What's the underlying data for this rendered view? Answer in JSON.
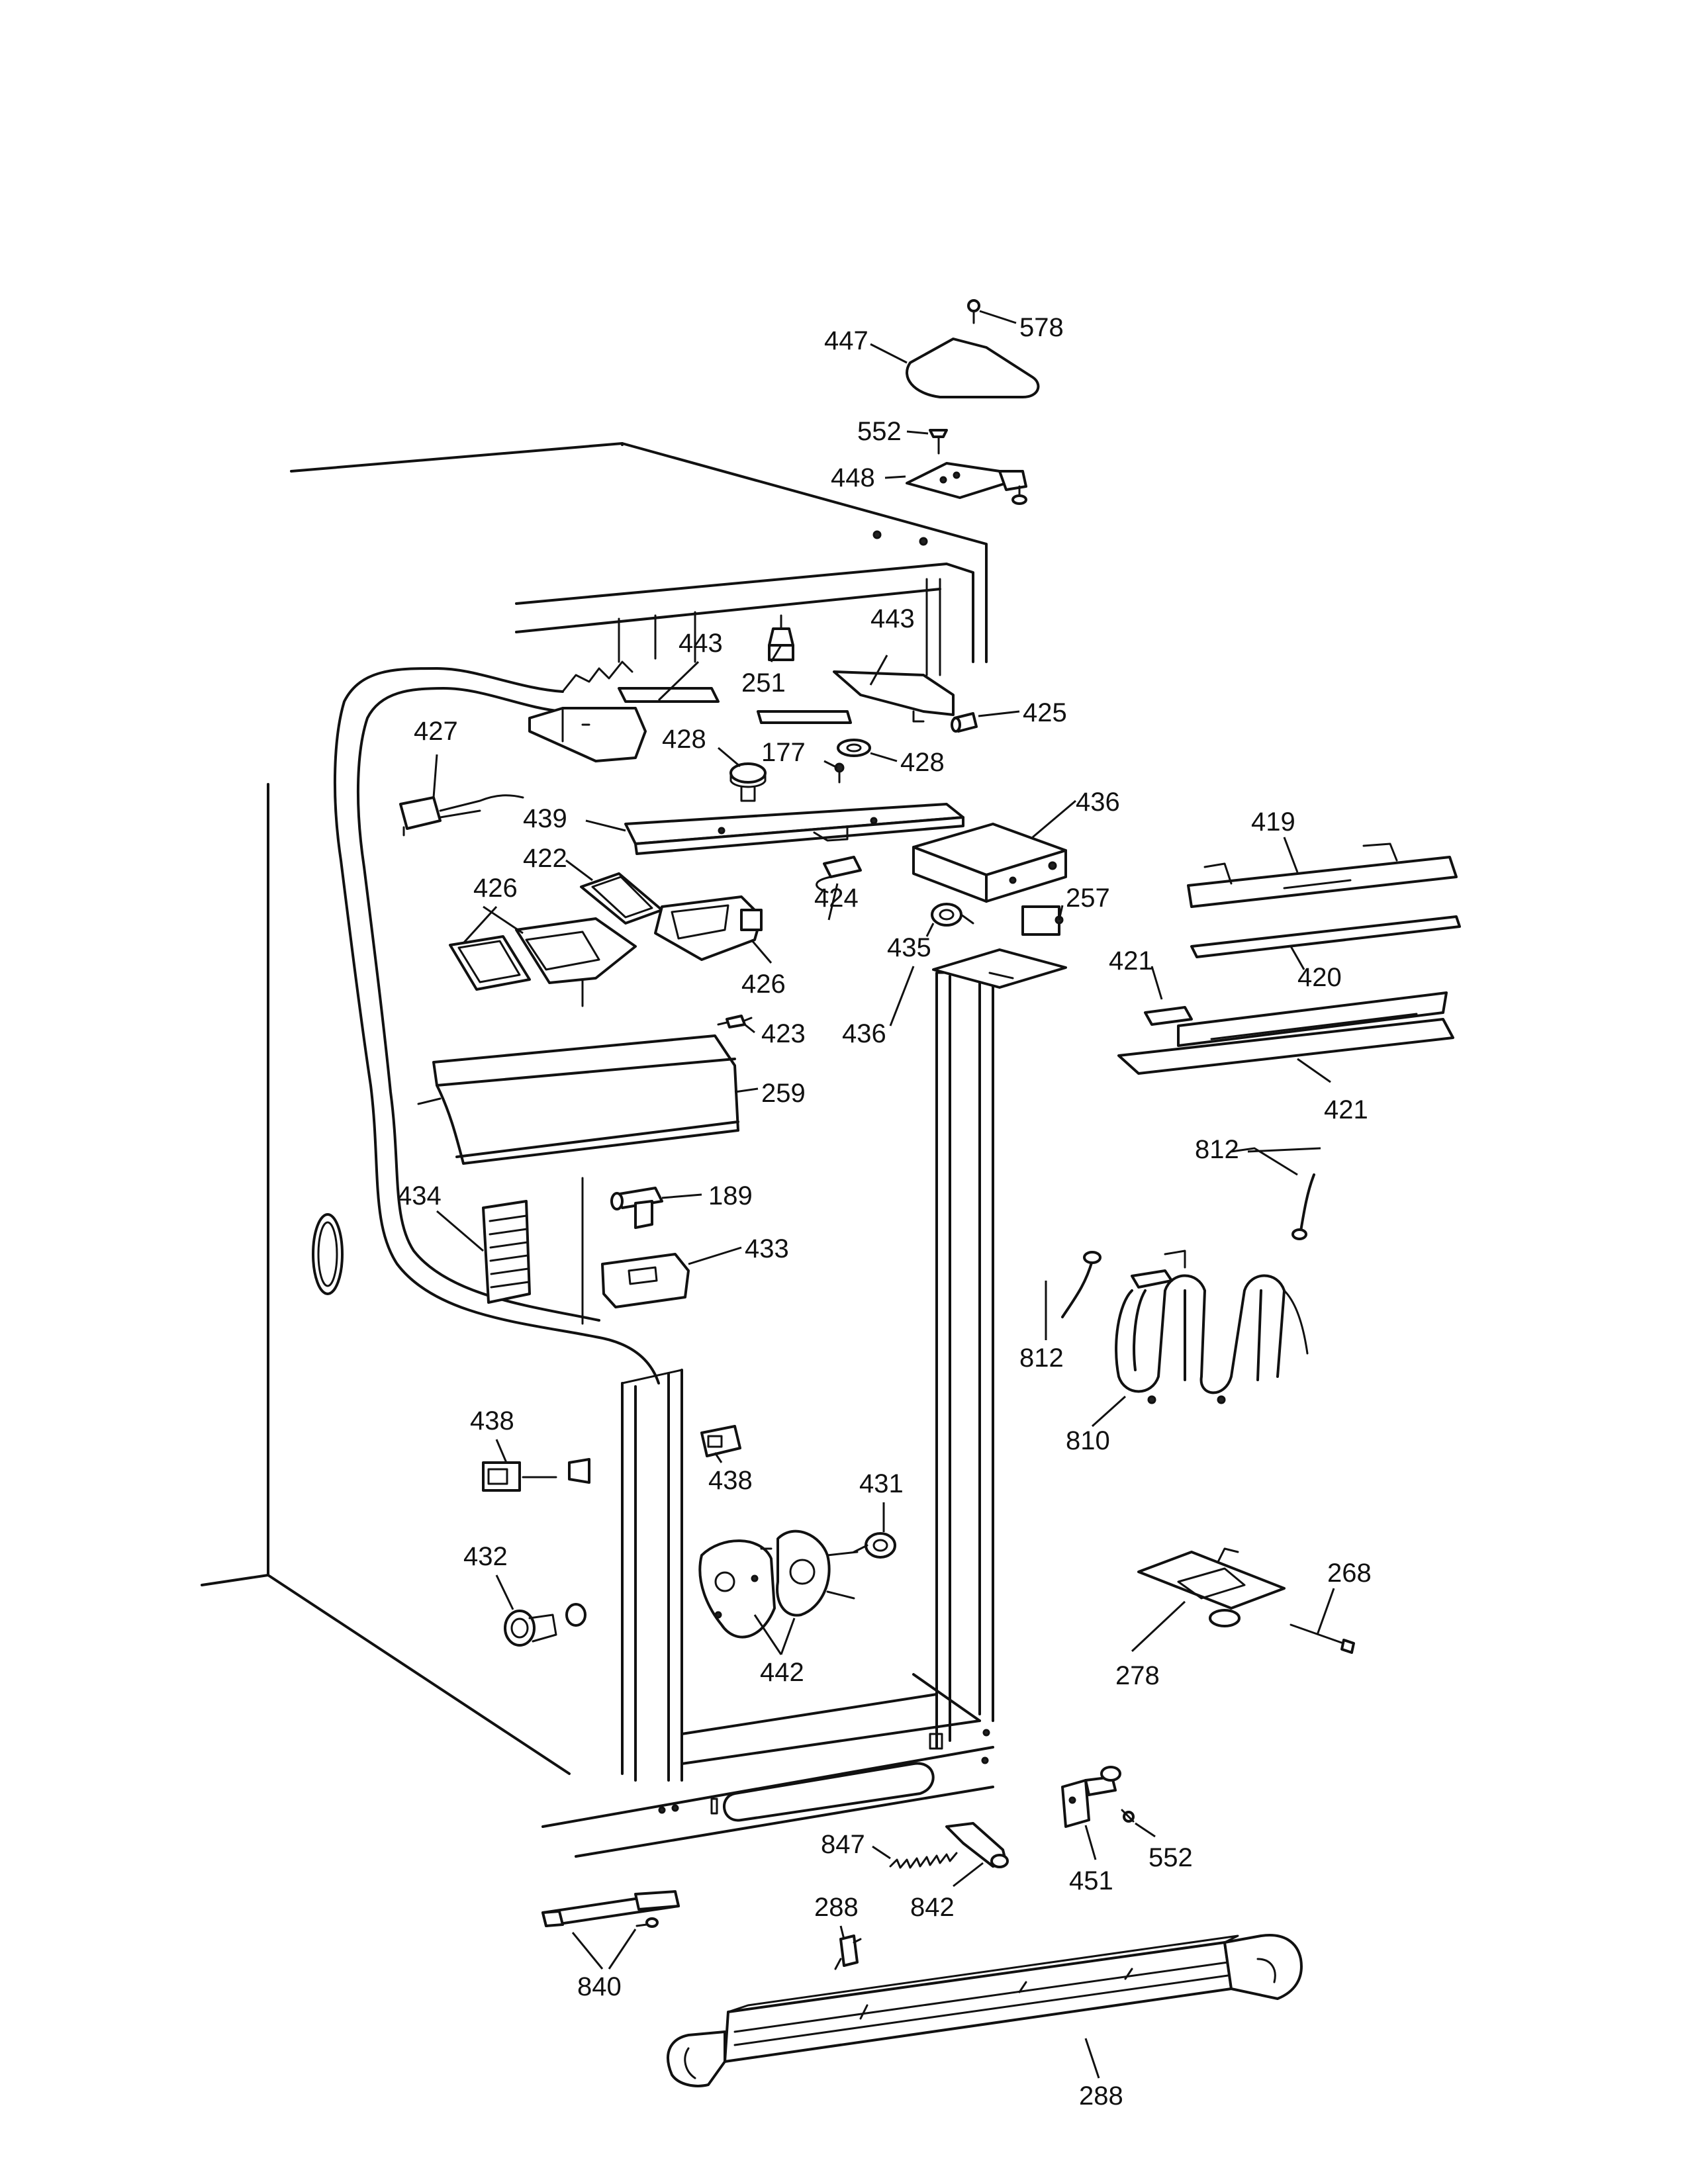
{
  "diagram": {
    "part_numbers": {
      "p578": "578",
      "p447": "447",
      "p552a": "552",
      "p448": "448",
      "p443a": "443",
      "p443b": "443",
      "p251": "251",
      "p425": "425",
      "p427": "427",
      "p428a": "428",
      "p177": "177",
      "p428b": "428",
      "p439": "439",
      "p436a": "436",
      "p419": "419",
      "p422": "422",
      "p426a": "426",
      "p424": "424",
      "p257": "257",
      "p435": "435",
      "p426b": "426",
      "p421a": "421",
      "p420": "420",
      "p436b": "436",
      "p423": "423",
      "p259": "259",
      "p421b": "421",
      "p812a": "812",
      "p434": "434",
      "p189": "189",
      "p433": "433",
      "p812b": "812",
      "p810": "810",
      "p438a": "438",
      "p438b": "438",
      "p431": "431",
      "p432": "432",
      "p442": "442",
      "p268": "268",
      "p278": "278",
      "p847": "847",
      "p451": "451",
      "p552b": "552",
      "p842": "842",
      "p288a": "288",
      "p840": "840",
      "p288b": "288"
    }
  }
}
